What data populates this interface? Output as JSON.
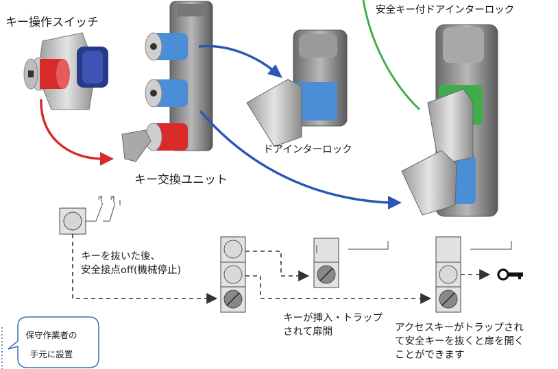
{
  "labels": {
    "key_switch": "キー操作スイッチ",
    "safety_key_interlock": "安全キー付ドアインターロック",
    "door_interlock": "ドアインターロック",
    "key_exchange_unit": "キー交換ユニット",
    "after_key_removed_line1": "キーを抜いた後、",
    "after_key_removed_line2": "安全接点off(機械停止)",
    "key_inserted_line1": "キーが挿入・トラップ",
    "key_inserted_line2": "されて扉開",
    "access_key_line1": "アクセスキーがトラップされ",
    "access_key_line2": "て安全キーを抜くと扉を開く",
    "access_key_line3": "ことができます",
    "callout_line1": "保守作業者の",
    "callout_line2": "手元に設置"
  },
  "colors": {
    "red_arrow": "#d92a2a",
    "blue_arrow": "#2a57b5",
    "green_arc": "#3fae4a",
    "slot_gray": "#e2e2e2",
    "dashed_line": "#333333",
    "callout_border": "#3a6fb0"
  },
  "icons": [
    "switch-symbol",
    "key-icon"
  ]
}
